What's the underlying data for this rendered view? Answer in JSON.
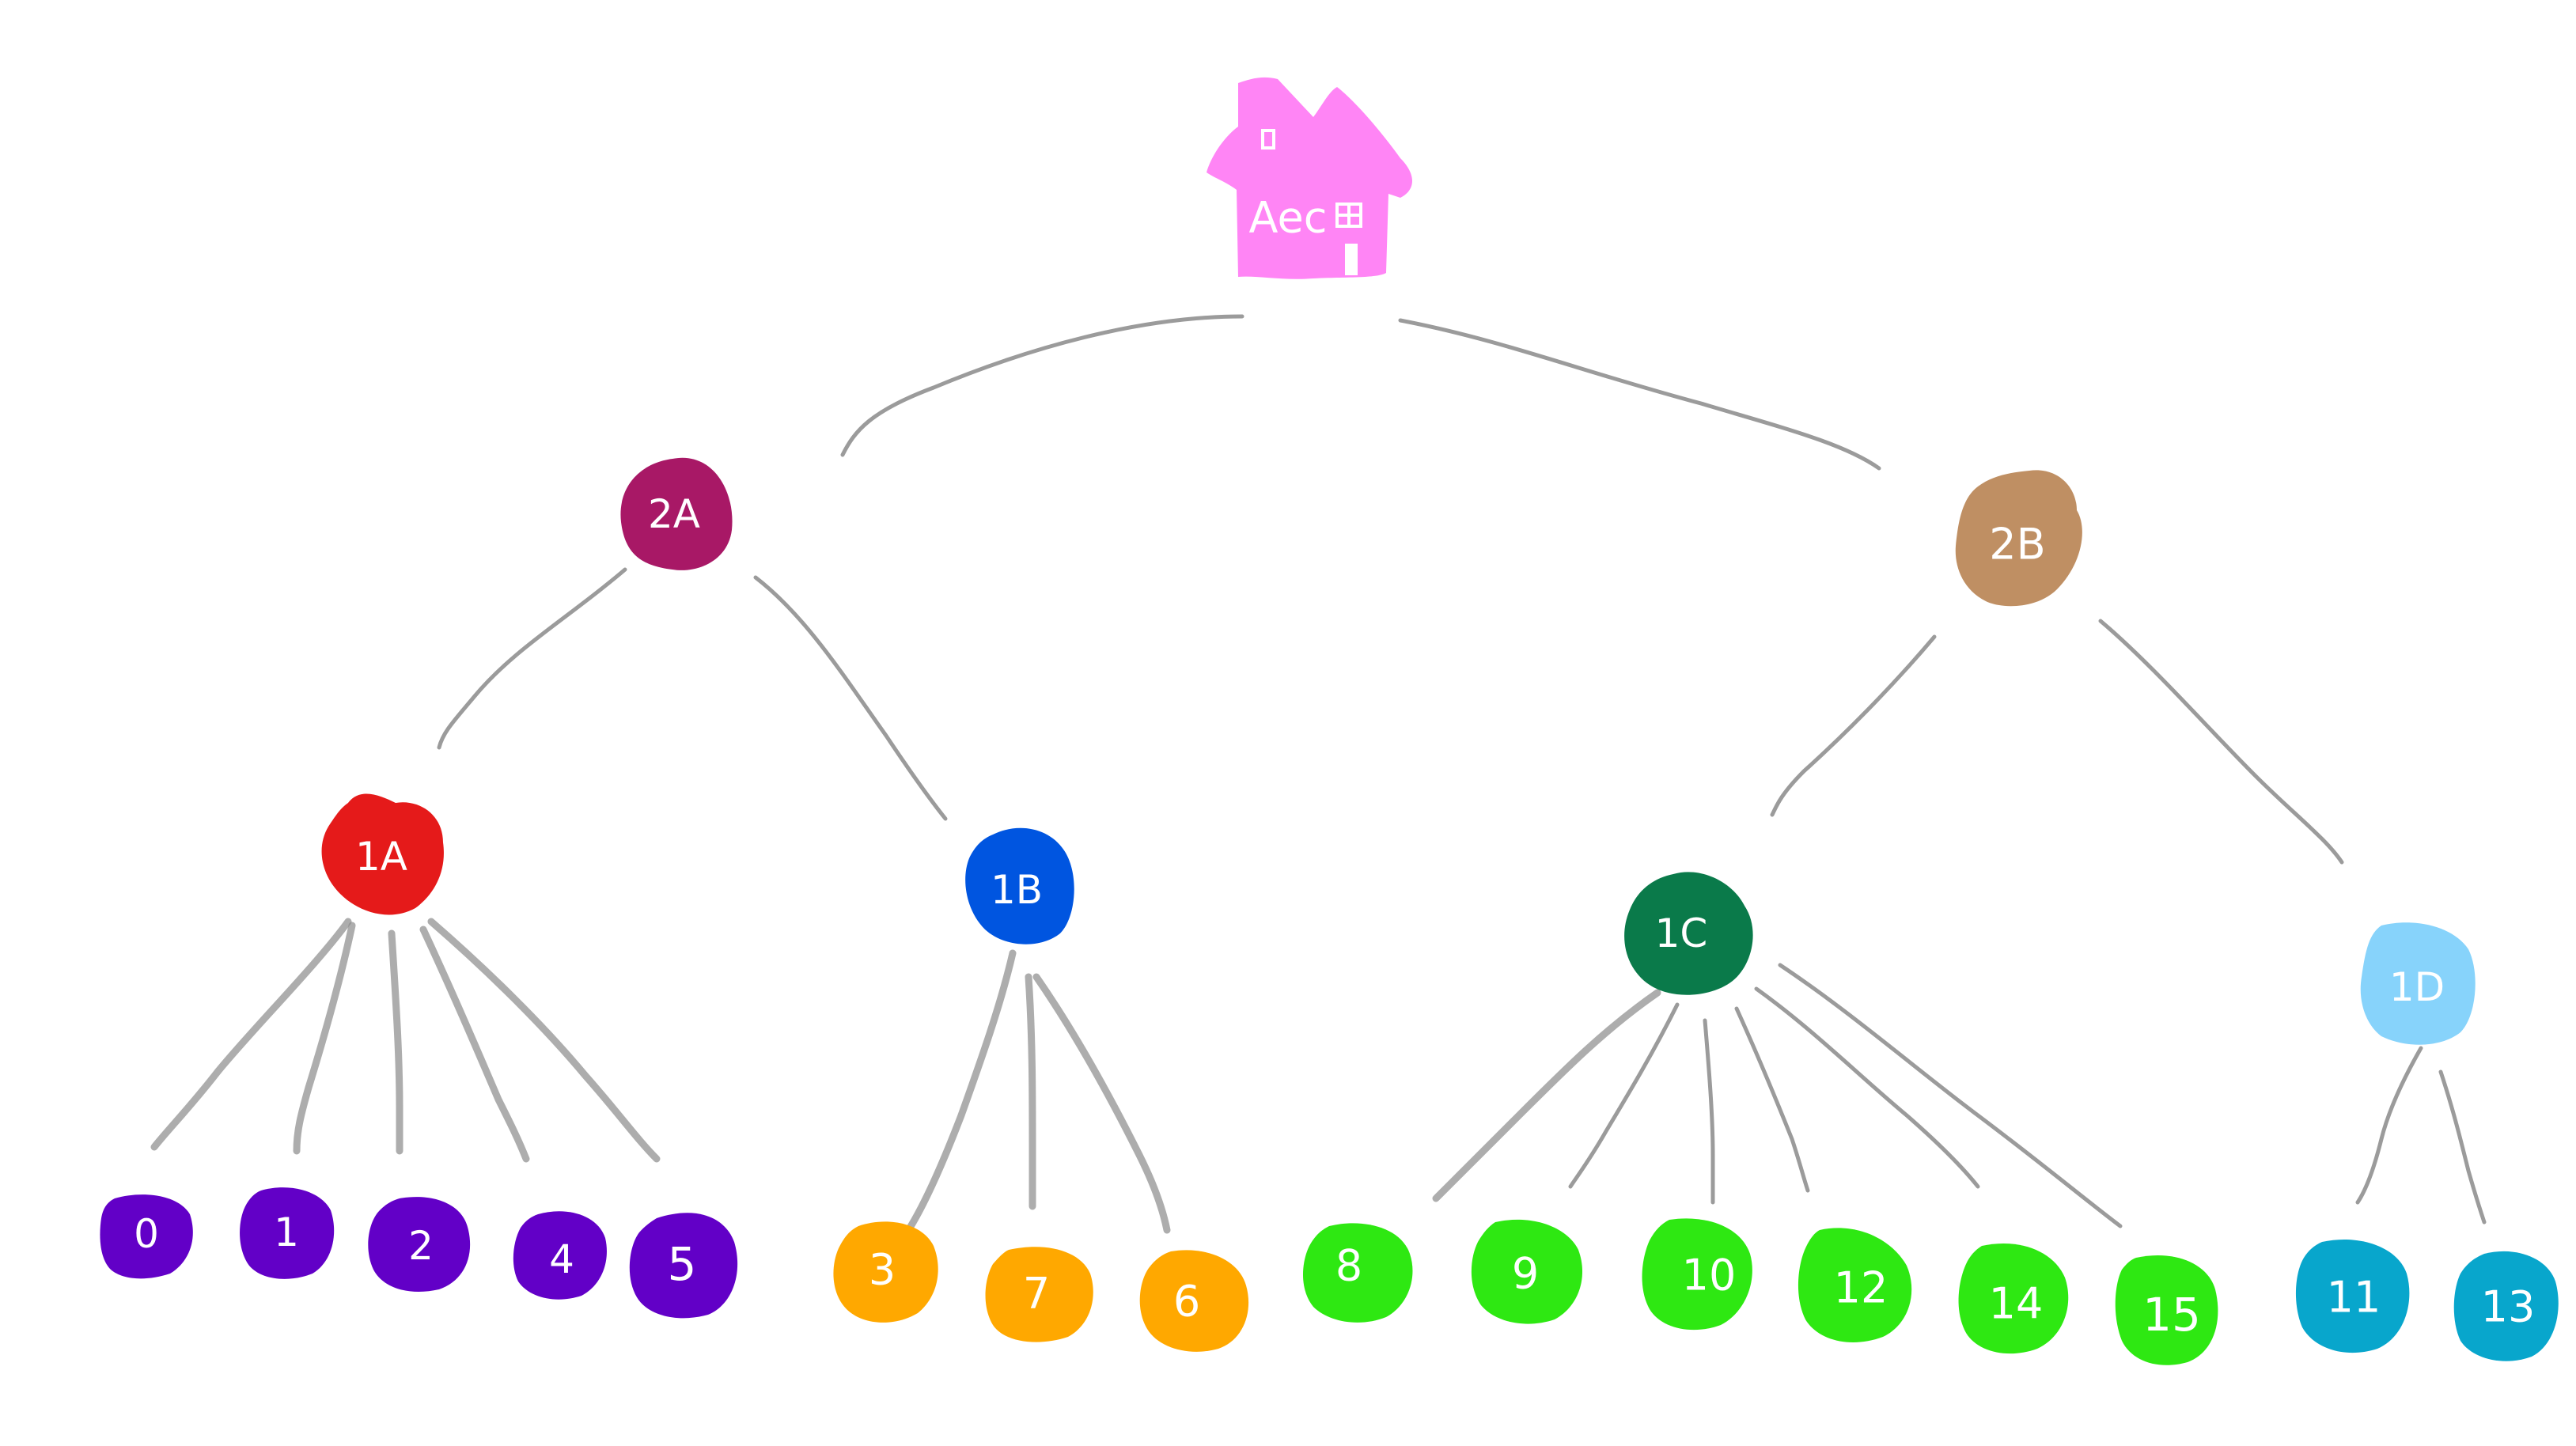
{
  "root": {
    "label": "Aec",
    "color": "#ff85f5"
  },
  "level2": [
    {
      "id": "2A",
      "label": "2A",
      "color": "#a81866"
    },
    {
      "id": "2B",
      "label": "2B",
      "color": "#bf8f63"
    }
  ],
  "level1": [
    {
      "id": "1A",
      "label": "1A",
      "color": "#e51a1a"
    },
    {
      "id": "1B",
      "label": "1B",
      "color": "#0055e0"
    },
    {
      "id": "1C",
      "label": "1C",
      "color": "#0a7a4a"
    },
    {
      "id": "1D",
      "label": "1D",
      "color": "#87d3fb"
    }
  ],
  "leaves": [
    {
      "label": "0",
      "parent": "1A",
      "color": "#6200c7"
    },
    {
      "label": "1",
      "parent": "1A",
      "color": "#6200c7"
    },
    {
      "label": "2",
      "parent": "1A",
      "color": "#6200c7"
    },
    {
      "label": "4",
      "parent": "1A",
      "color": "#6200c7"
    },
    {
      "label": "5",
      "parent": "1A",
      "color": "#6200c7"
    },
    {
      "label": "3",
      "parent": "1B",
      "color": "#ffa800"
    },
    {
      "label": "7",
      "parent": "1B",
      "color": "#ffa800"
    },
    {
      "label": "6",
      "parent": "1B",
      "color": "#ffa800"
    },
    {
      "label": "8",
      "parent": "1C",
      "color": "#2ee812"
    },
    {
      "label": "9",
      "parent": "1C",
      "color": "#2ee812"
    },
    {
      "label": "10",
      "parent": "1C",
      "color": "#2ee812"
    },
    {
      "label": "12",
      "parent": "1C",
      "color": "#2ee812"
    },
    {
      "label": "14",
      "parent": "1C",
      "color": "#2ee812"
    },
    {
      "label": "15",
      "parent": "1C",
      "color": "#2ee812"
    },
    {
      "label": "11",
      "parent": "1D",
      "color": "#08a6cc"
    },
    {
      "label": "13",
      "parent": "1D",
      "color": "#08a6cc"
    }
  ]
}
